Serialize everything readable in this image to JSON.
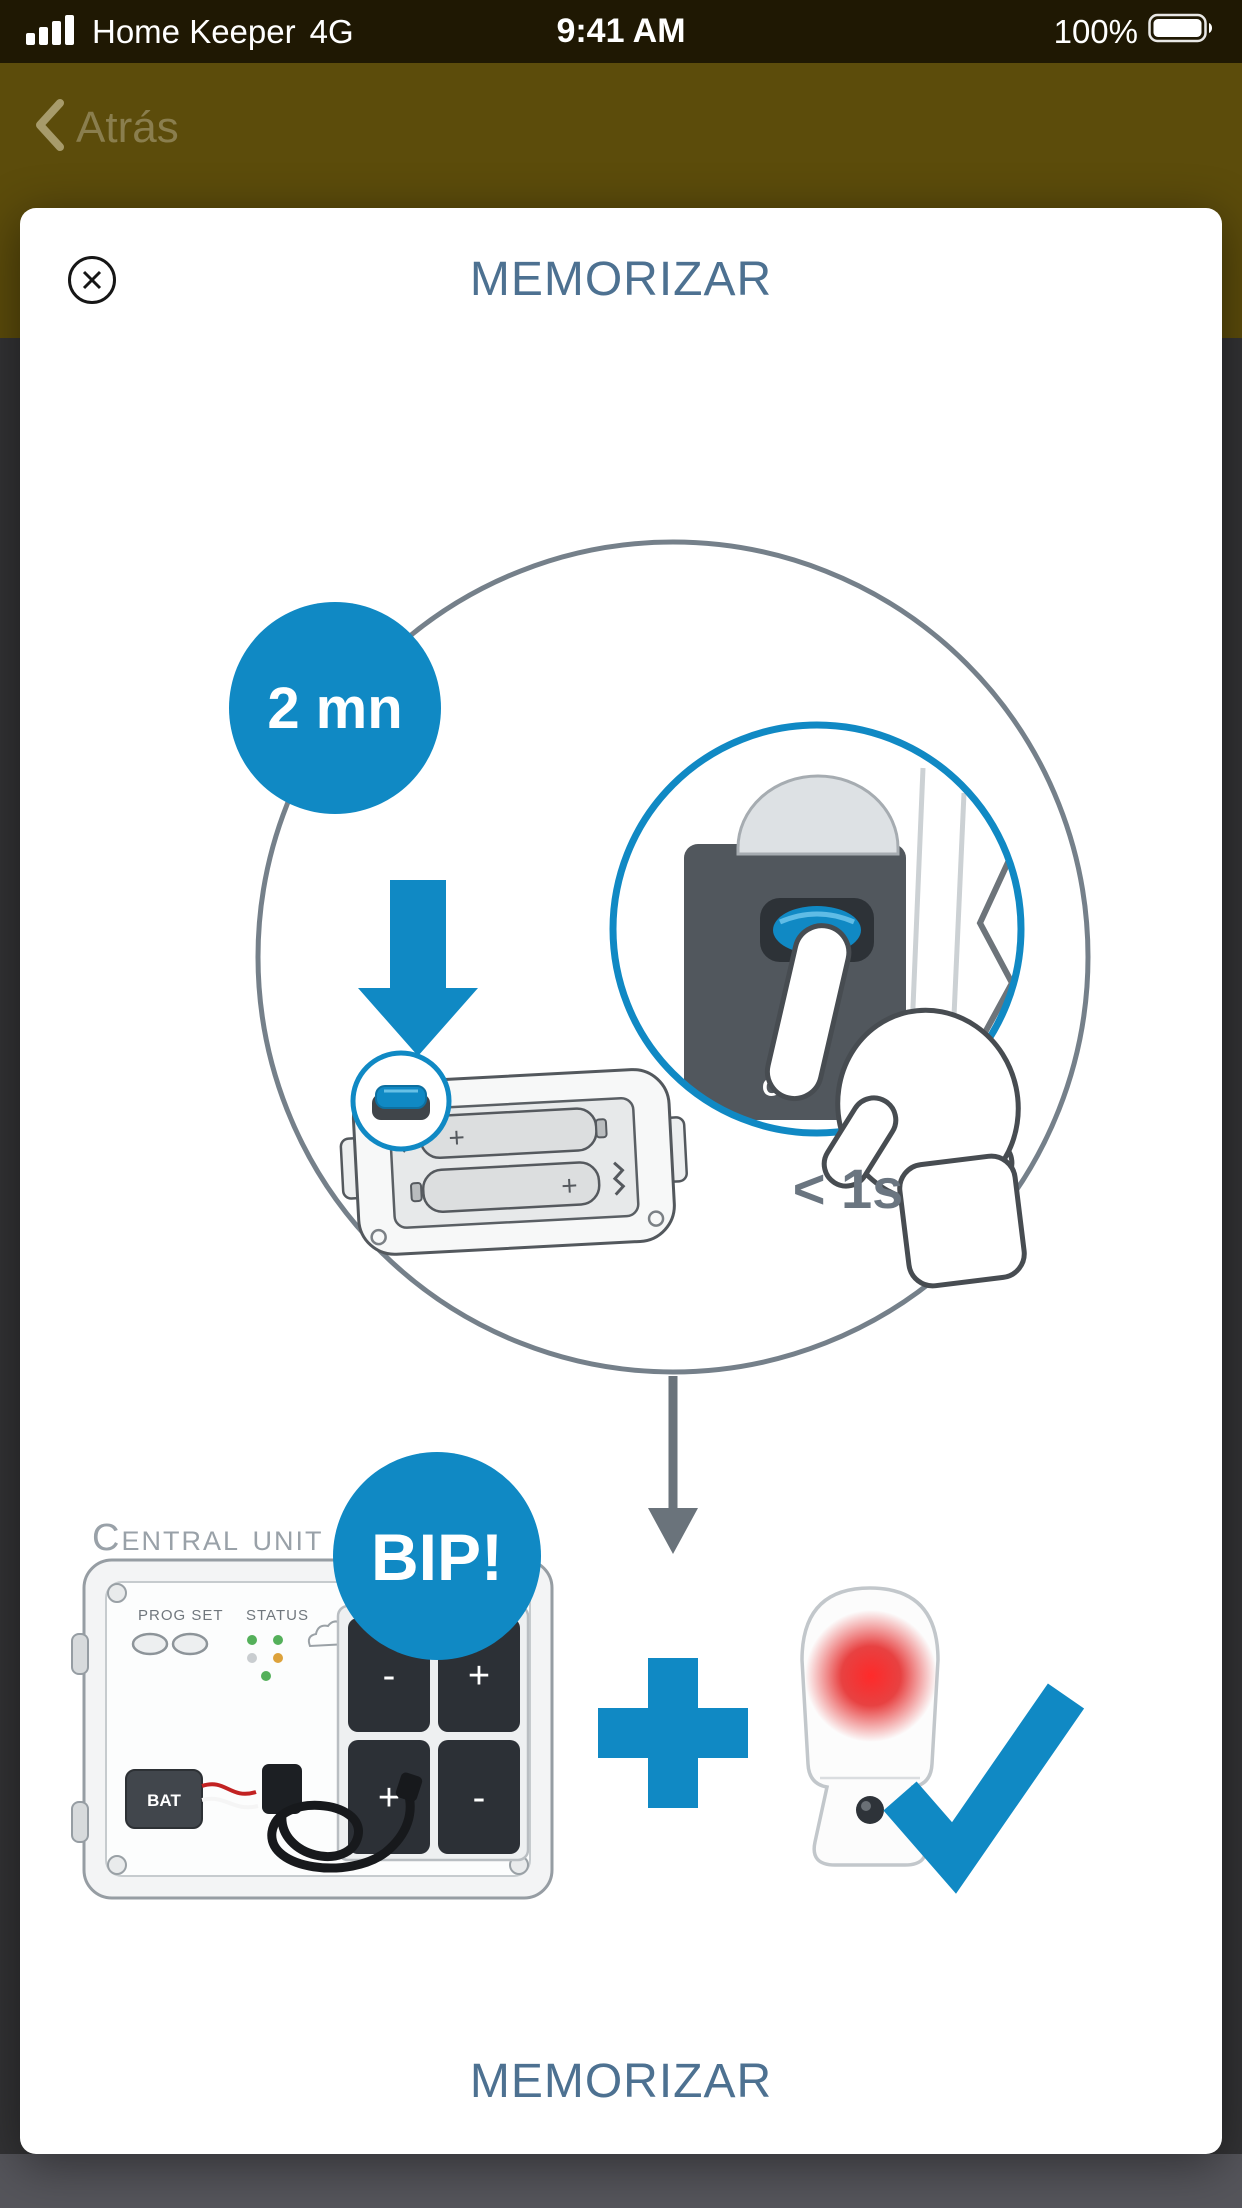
{
  "status_bar": {
    "carrier": "Home Keeper",
    "network": "4G",
    "time": "9:41 AM",
    "battery_percent": "100%"
  },
  "nav_bar": {
    "back_label": "Atrás"
  },
  "modal": {
    "title": "MEMORIZAR",
    "bottom_caption": "MEMORIZAR"
  },
  "diagram": {
    "timer_badge_label": "2 mn",
    "press_time_label": "< 1s",
    "power_label": "ON",
    "central_unit_label": "Central unit",
    "beep_badge_label": "BIP!",
    "plus_sign": "+",
    "battery_polarity": [
      "-",
      "+",
      "+",
      "-"
    ],
    "panel_labels": {
      "prog_set": "PROG SET",
      "status": "STATUS",
      "bat": "BAT"
    },
    "colors": {
      "accent_blue": "#1089c4",
      "heading_blue": "#4d7191",
      "outline_gray": "#75808a",
      "alert_red": "#e31313"
    }
  }
}
